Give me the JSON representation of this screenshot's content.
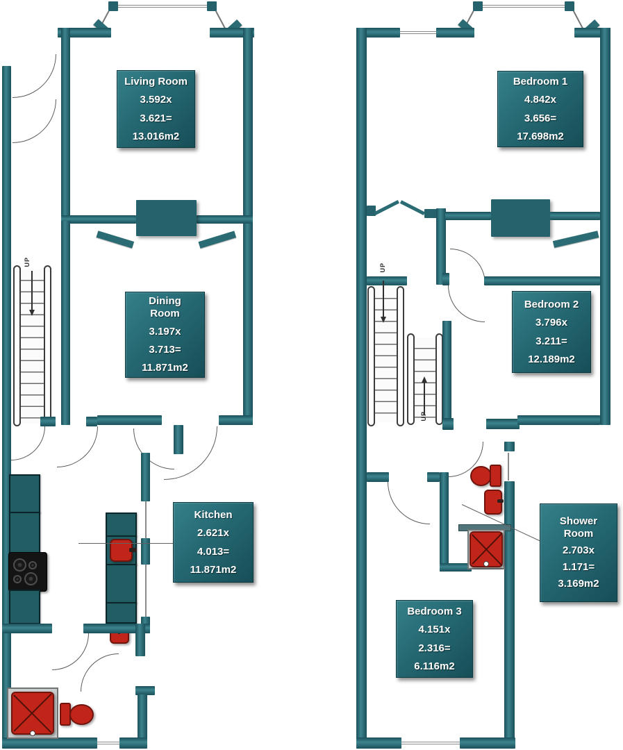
{
  "document": {
    "type": "two-storey floor plan"
  },
  "colors": {
    "wall_teal": "#2b6b73",
    "label_box_top": "#35808a",
    "label_box_bottom": "#174e57",
    "fixture_red": "#c1251a",
    "counter_teal": "#235d64",
    "line_gray": "#5b5b5b"
  },
  "floors": {
    "ground": {
      "rooms": [
        {
          "name": "Living Room",
          "dim_w": "3.592x",
          "dim_h": "3.621=",
          "area": "13.016m2"
        },
        {
          "name": "Dining Room",
          "dim_w": "3.197x",
          "dim_h": "3.713=",
          "area": "11.871m2"
        },
        {
          "name": "Kitchen",
          "dim_w": "2.621x",
          "dim_h": "4.013=",
          "area": "11.871m2"
        }
      ],
      "stairs": {
        "label": "UP"
      }
    },
    "first": {
      "rooms": [
        {
          "name": "Bedroom 1",
          "dim_w": "4.842x",
          "dim_h": "3.656=",
          "area": "17.698m2"
        },
        {
          "name": "Bedroom 2",
          "dim_w": "3.796x",
          "dim_h": "3.211=",
          "area": "12.189m2"
        },
        {
          "name": "Shower Room",
          "dim_w": "2.703x",
          "dim_h": "1.171=",
          "area": "3.169m2"
        },
        {
          "name": "Bedroom 3",
          "dim_w": "4.151x",
          "dim_h": "2.316=",
          "area": "6.116m2"
        }
      ],
      "stairs_down": {
        "label": "UP"
      },
      "stairs_up": {
        "label": "UP"
      }
    }
  }
}
